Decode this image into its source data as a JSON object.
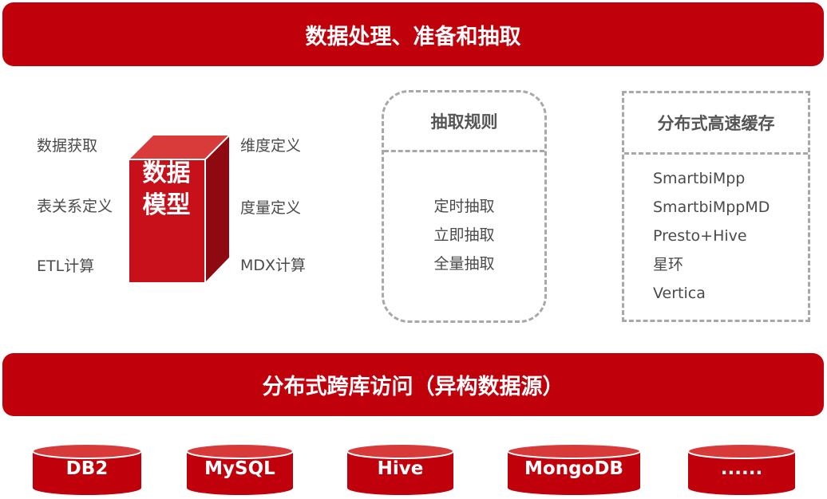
{
  "header": {
    "title": "数据处理、准备和抽取"
  },
  "model": {
    "cube_label_line1": "数据",
    "cube_label_line2": "模型",
    "left_items": [
      "数据获取",
      "表关系定义",
      "ETL计算"
    ],
    "right_items": [
      "维度定义",
      "度量定义",
      "MDX计算"
    ]
  },
  "extraction_rules": {
    "title": "抽取规则",
    "items": [
      "定时抽取",
      "立即抽取",
      "全量抽取"
    ]
  },
  "distributed_cache": {
    "title": "分布式高速缓存",
    "items": [
      "SmartbiMpp",
      "SmartbiMppMD",
      "Presto+Hive",
      "星环",
      "Vertica"
    ]
  },
  "footer": {
    "title": "分布式跨库访问（异构数据源）"
  },
  "databases": [
    "DB2",
    "MySQL",
    "Hive",
    "MongoDB",
    "......"
  ],
  "colors": {
    "brand_red": "#c0000b",
    "cube_front": "#c8101a",
    "cube_top": "#d93a3a",
    "cube_side": "#8e0a10",
    "dashed_border": "#a8a8a8"
  }
}
